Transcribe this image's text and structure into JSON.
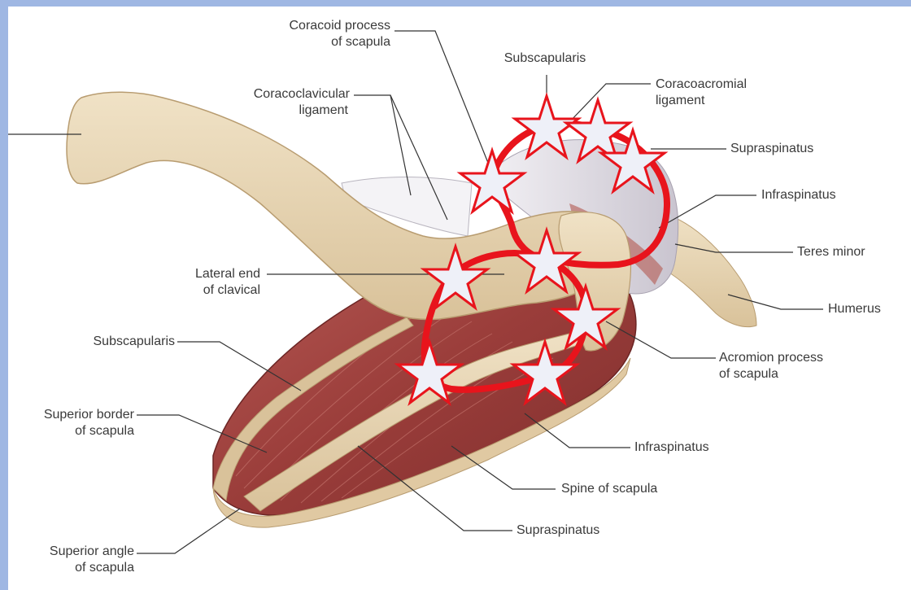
{
  "figure": {
    "labels": {
      "coracoid_process": [
        "Coracoid process",
        "of scapula"
      ],
      "subscapularis_top": "Subscapularis",
      "coracoacromial_ligament": [
        "Coracoacromial",
        "ligament"
      ],
      "coracoclavicular_ligament": [
        "Coracoclavicular",
        "ligament"
      ],
      "supraspinatus_right": "Supraspinatus",
      "infraspinatus_right": "Infraspinatus",
      "teres_minor": "Teres minor",
      "lateral_end_clavical": [
        "Lateral end",
        "of clavical"
      ],
      "humerus": "Humerus",
      "subscapularis_left": "Subscapularis",
      "acromion_process": [
        "Acromion process",
        "of scapula"
      ],
      "superior_border": [
        "Superior border",
        "of scapula"
      ],
      "infraspinatus_bottom": "Infraspinatus",
      "spine_of_scapula": "Spine of scapula",
      "supraspinatus_bottom": "Supraspinatus",
      "superior_angle": [
        "Superior angle",
        "of scapula"
      ]
    },
    "colors": {
      "frame": "#9fb7e3",
      "bone": "#e6d3b0",
      "muscle": "#a0443f",
      "ligament": "#eeeaf0",
      "marker_red": "#e8141c",
      "star_fill": "#eef0f8"
    }
  }
}
